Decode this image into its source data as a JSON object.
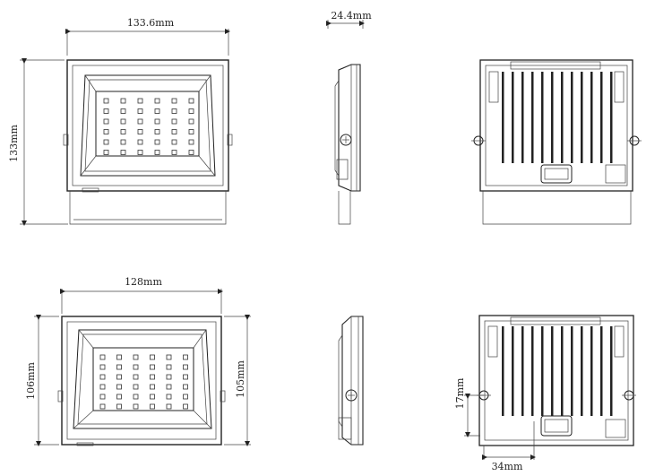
{
  "dimensions": {
    "top_front_width": "133.6mm",
    "top_side_depth": "24.4mm",
    "top_front_height": "133mm",
    "bottom_front_width": "128mm",
    "bottom_front_height_left": "106mm",
    "bottom_front_height_right": "105mm",
    "bottom_back_bracket_height": "17mm",
    "bottom_back_offset": "34mm"
  },
  "colors": {
    "line": "#222222",
    "background": "#ffffff"
  }
}
